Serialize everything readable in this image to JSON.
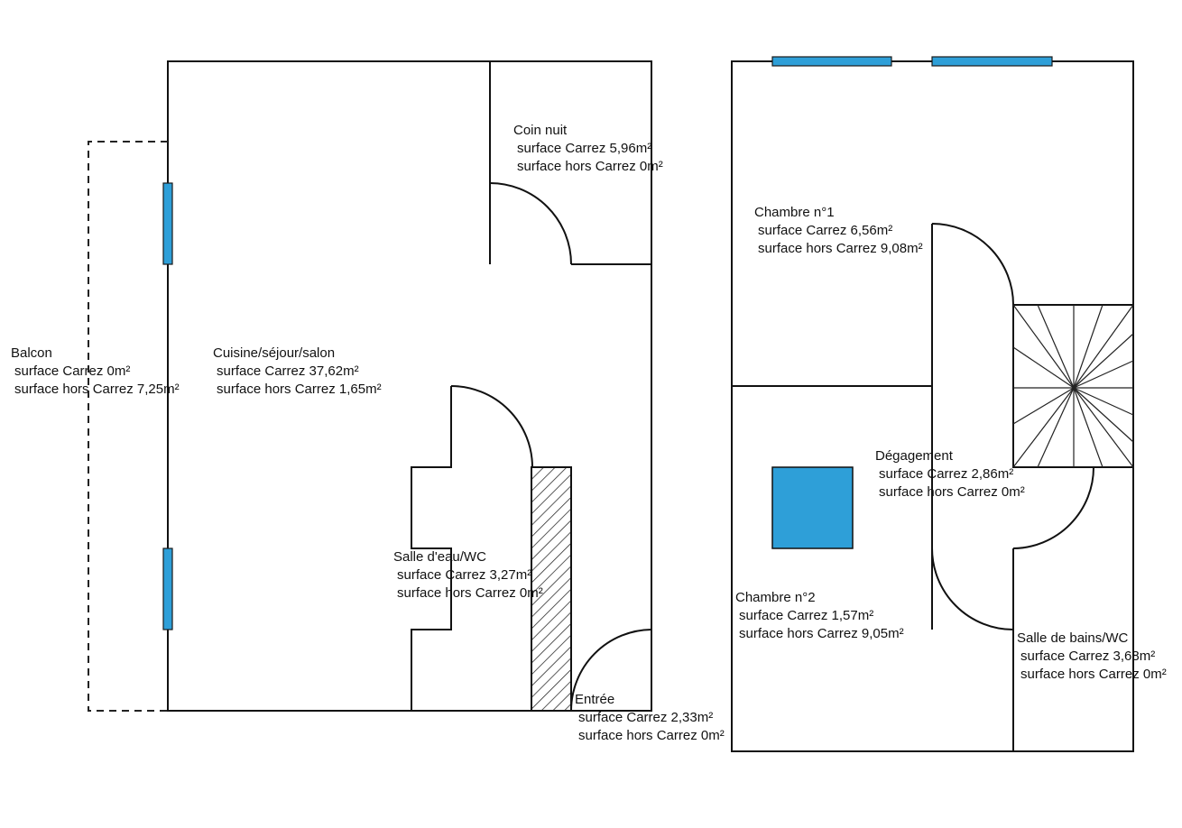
{
  "colors": {
    "window": "#2e9fd8",
    "wall": "#111111",
    "background": "#ffffff"
  },
  "rooms": {
    "balcon": {
      "name": "Balcon",
      "carrez": "surface Carrez  0m²",
      "hors_carrez": "surface hors Carrez  7,25m²"
    },
    "cuisine": {
      "name": "Cuisine/séjour/salon",
      "carrez": "surface Carrez  37,62m²",
      "hors_carrez": "surface hors Carrez  1,65m²"
    },
    "coin_nuit": {
      "name": "Coin nuit",
      "carrez": "surface Carrez  5,96m²",
      "hors_carrez": "surface hors Carrez  0m²"
    },
    "salle_eau": {
      "name": "Salle d'eau/WC",
      "carrez": "surface Carrez  3,27m²",
      "hors_carrez": "surface hors Carrez  0m²"
    },
    "entree": {
      "name": "Entrée",
      "carrez": "surface Carrez  2,33m²",
      "hors_carrez": "surface hors Carrez  0m²"
    },
    "chambre1": {
      "name": "Chambre n°1",
      "carrez": "surface Carrez  6,56m²",
      "hors_carrez": "surface hors Carrez  9,08m²"
    },
    "degagement": {
      "name": "Dégagement",
      "carrez": "surface Carrez  2,86m²",
      "hors_carrez": "surface hors Carrez  0m²"
    },
    "chambre2": {
      "name": "Chambre n°2",
      "carrez": "surface Carrez  1,57m²",
      "hors_carrez": "surface hors Carrez  9,05m²"
    },
    "salle_bains": {
      "name": "Salle de bains/WC",
      "carrez": "surface Carrez  3,68m²",
      "hors_carrez": "surface hors Carrez  0m²"
    }
  }
}
